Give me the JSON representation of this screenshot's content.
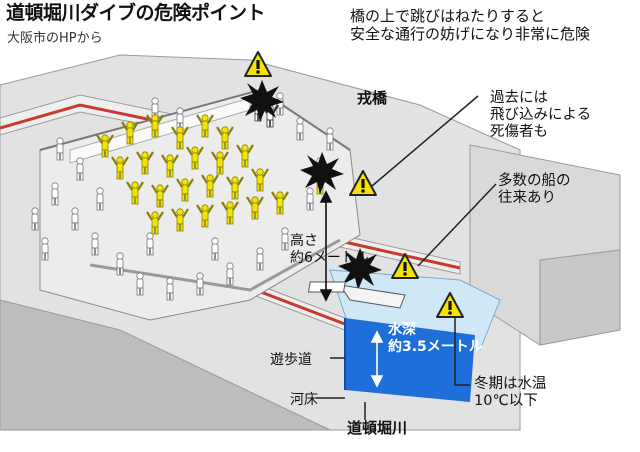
{
  "header": {
    "title": "道頓堀川ダイブの危険ポイント",
    "source": "大阪市のHPから"
  },
  "callouts": {
    "bridge_jumping": "橋の上で跳びはねたりすると\n安全な通行の妨げになり非常に危険",
    "past_deaths": "過去には\n飛び込みによる\n死傷者も",
    "many_ships": "多数の船の\n往来あり",
    "winter_temp": "冬期は水温\n10℃以下"
  },
  "labels": {
    "bridge": "戎橋",
    "height": "高さ\n約6メートル",
    "walkway": "遊歩道",
    "riverbed": "河床",
    "river": "道頓堀川",
    "depth": "水深\n約3.5メートル"
  },
  "colors": {
    "crowd_highlight": "#f2e600",
    "water": "#1e6fd9",
    "warning": "#f5e400",
    "structure": "#d4d4d4",
    "burst": "#111111"
  },
  "icons": [
    "warning-icon",
    "burst-icon",
    "person-icon",
    "ship-icon",
    "arrow-icon"
  ]
}
